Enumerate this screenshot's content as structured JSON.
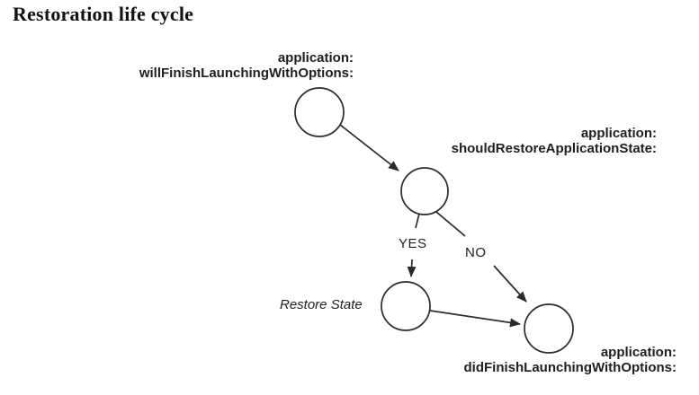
{
  "title": "Restoration life cycle",
  "diagram": {
    "node1": {
      "label_line1": "application:",
      "label_line2": "willFinishLaunchingWithOptions:"
    },
    "node2": {
      "label_line1": "application:",
      "label_line2": "shouldRestoreApplicationState:"
    },
    "node3": {
      "annotation": "Restore State"
    },
    "node4": {
      "label_line1": "application:",
      "label_line2": "didFinishLaunchingWithOptions:"
    },
    "branch": {
      "yes": "YES",
      "no": "NO"
    }
  },
  "colors": {
    "stroke": "#2b2b2b",
    "text": "#1f1f1f",
    "background": "#ffffff"
  }
}
